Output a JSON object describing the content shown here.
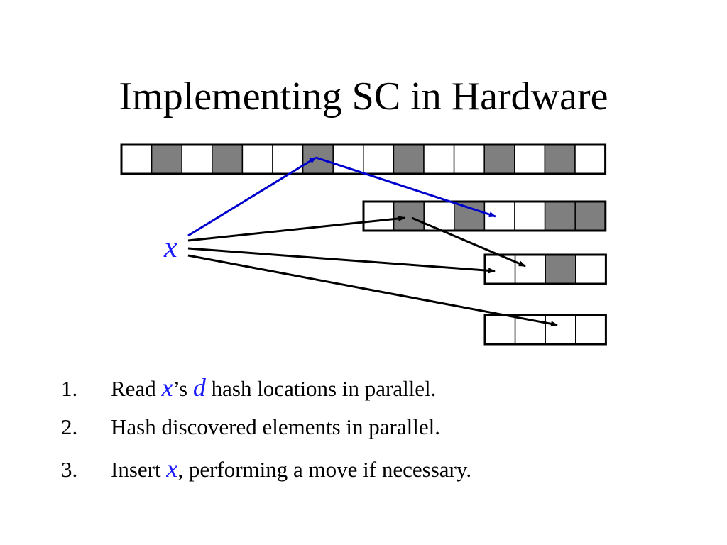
{
  "slide": {
    "title": "Implementing SC in Hardware"
  },
  "colors": {
    "filled_cell": "#7f7f7f",
    "empty_cell": "#ffffff",
    "cell_border": "#000000",
    "highlight_arrow": "#0000cc",
    "arrow": "#000000",
    "variable_text": "#1a1aff"
  },
  "diagram": {
    "element_label": "x",
    "tables": [
      {
        "name": "table-1",
        "cells": [
          0,
          1,
          0,
          1,
          0,
          0,
          1,
          0,
          0,
          1,
          0,
          0,
          1,
          0,
          1,
          0
        ]
      },
      {
        "name": "table-2",
        "cells": [
          0,
          1,
          0,
          1,
          0,
          0,
          1,
          1
        ]
      },
      {
        "name": "table-3",
        "cells": [
          0,
          0,
          1,
          0
        ]
      },
      {
        "name": "table-4",
        "cells": [
          0,
          0,
          0,
          0
        ]
      }
    ]
  },
  "steps": [
    {
      "number": "1.",
      "parts": [
        "Read ",
        "x",
        "’s ",
        "d",
        " hash locations in parallel."
      ]
    },
    {
      "number": "2.",
      "parts": [
        "Hash discovered elements in parallel."
      ]
    },
    {
      "number": "3.",
      "parts": [
        "Insert ",
        "x",
        ", performing a move if necessary."
      ]
    }
  ]
}
